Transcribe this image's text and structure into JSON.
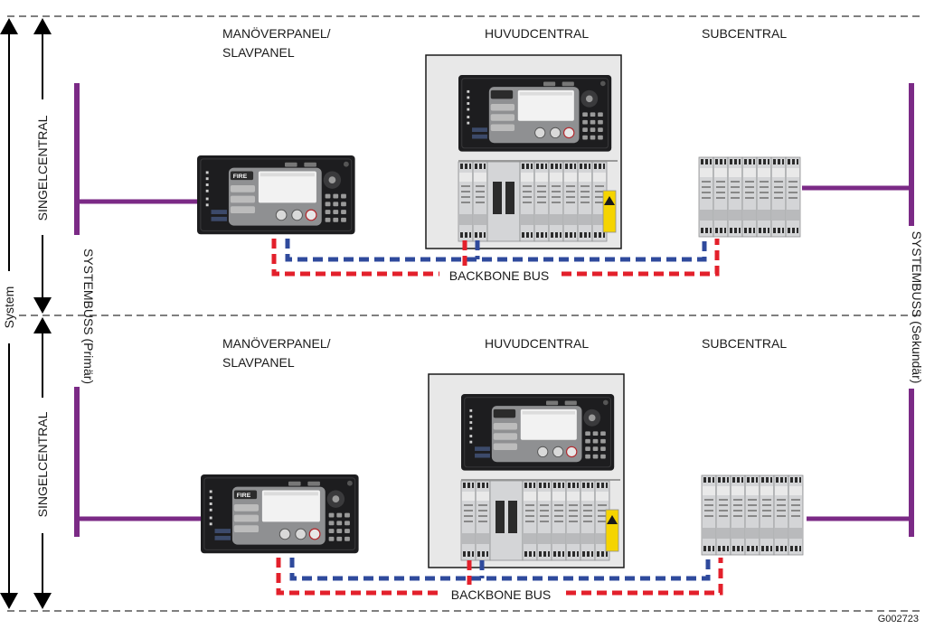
{
  "diagram": {
    "system_label": "System",
    "bus_primary_label": "SYSTEMBUSS (Primär)",
    "bus_secondary_label": "SYSTEMBUSS (Sekundär)",
    "figure_id": "G002723",
    "colors": {
      "bus": "#7b2a86",
      "backbone_red": "#e3202b",
      "backbone_blue": "#2f4a9c",
      "panel_dark": "#1d1d1f",
      "cabinet_frame": "#e8e8e8"
    },
    "sections": [
      {
        "singelcentral_label": "SINGELCENTRAL",
        "panel_label_line1": "MANÖVERPANEL/",
        "panel_label_line2": "SLAVPANEL",
        "main_label": "HUVUDCENTRAL",
        "sub_label": "SUBCENTRAL",
        "backbone_label": "BACKBONE BUS",
        "panel_screen_fire": "FIRE"
      },
      {
        "singelcentral_label": "SINGELCENTRAL",
        "panel_label_line1": "MANÖVERPANEL/",
        "panel_label_line2": "SLAVPANEL",
        "main_label": "HUVUDCENTRAL",
        "sub_label": "SUBCENTRAL",
        "backbone_label": "BACKBONE BUS",
        "panel_screen_fire": "FIRE"
      }
    ]
  }
}
